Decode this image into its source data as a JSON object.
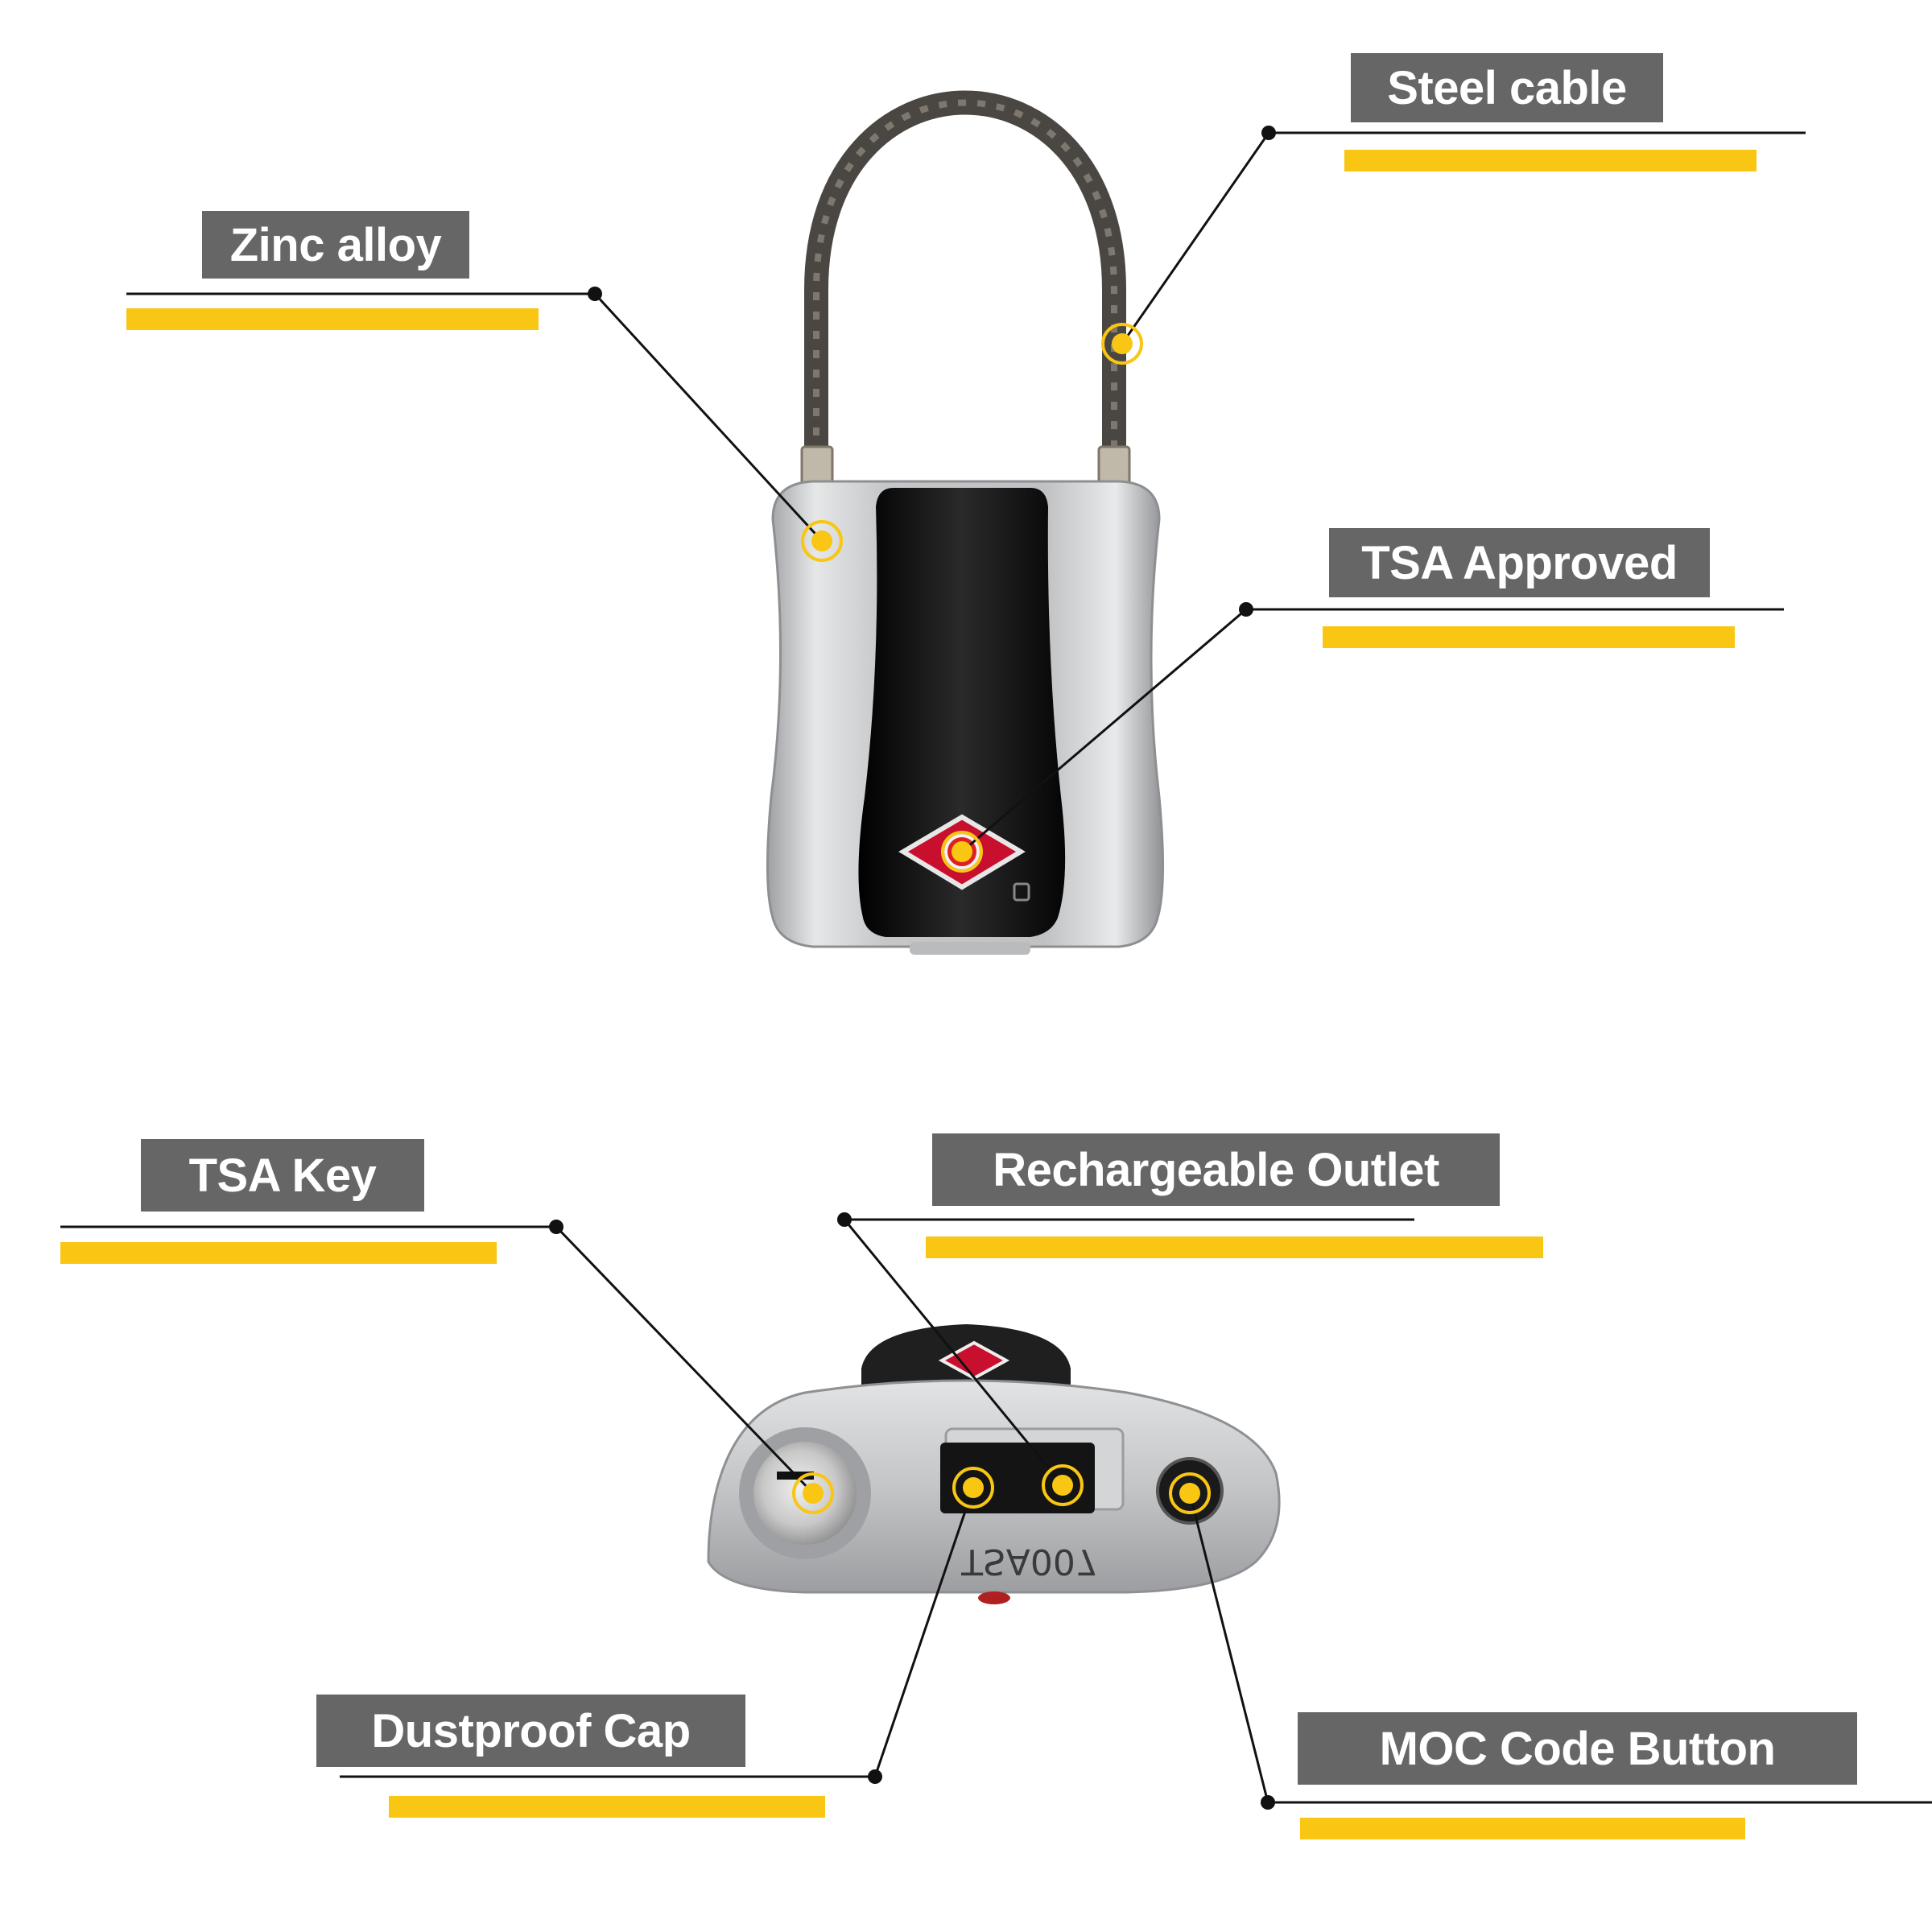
{
  "callouts": {
    "steel_cable": "Steel cable",
    "zinc_alloy": "Zinc alloy",
    "tsa_approved": "TSA Approved",
    "tsa_key": "TSA Key",
    "rechargeable_outlet": "Rechargeable Outlet",
    "dustproof_cap": "Dustproof Cap",
    "moc_code_button": "MOC Code Button"
  },
  "lock_engraving": "TSA007",
  "colors": {
    "label_bg": "#666666",
    "label_text": "#ffffff",
    "accent": "#f8c613",
    "leader_line": "#111111",
    "lock_silver": "#c9cacc",
    "lock_black": "#1b1b1b",
    "tsa_logo_red": "#c8102e"
  }
}
